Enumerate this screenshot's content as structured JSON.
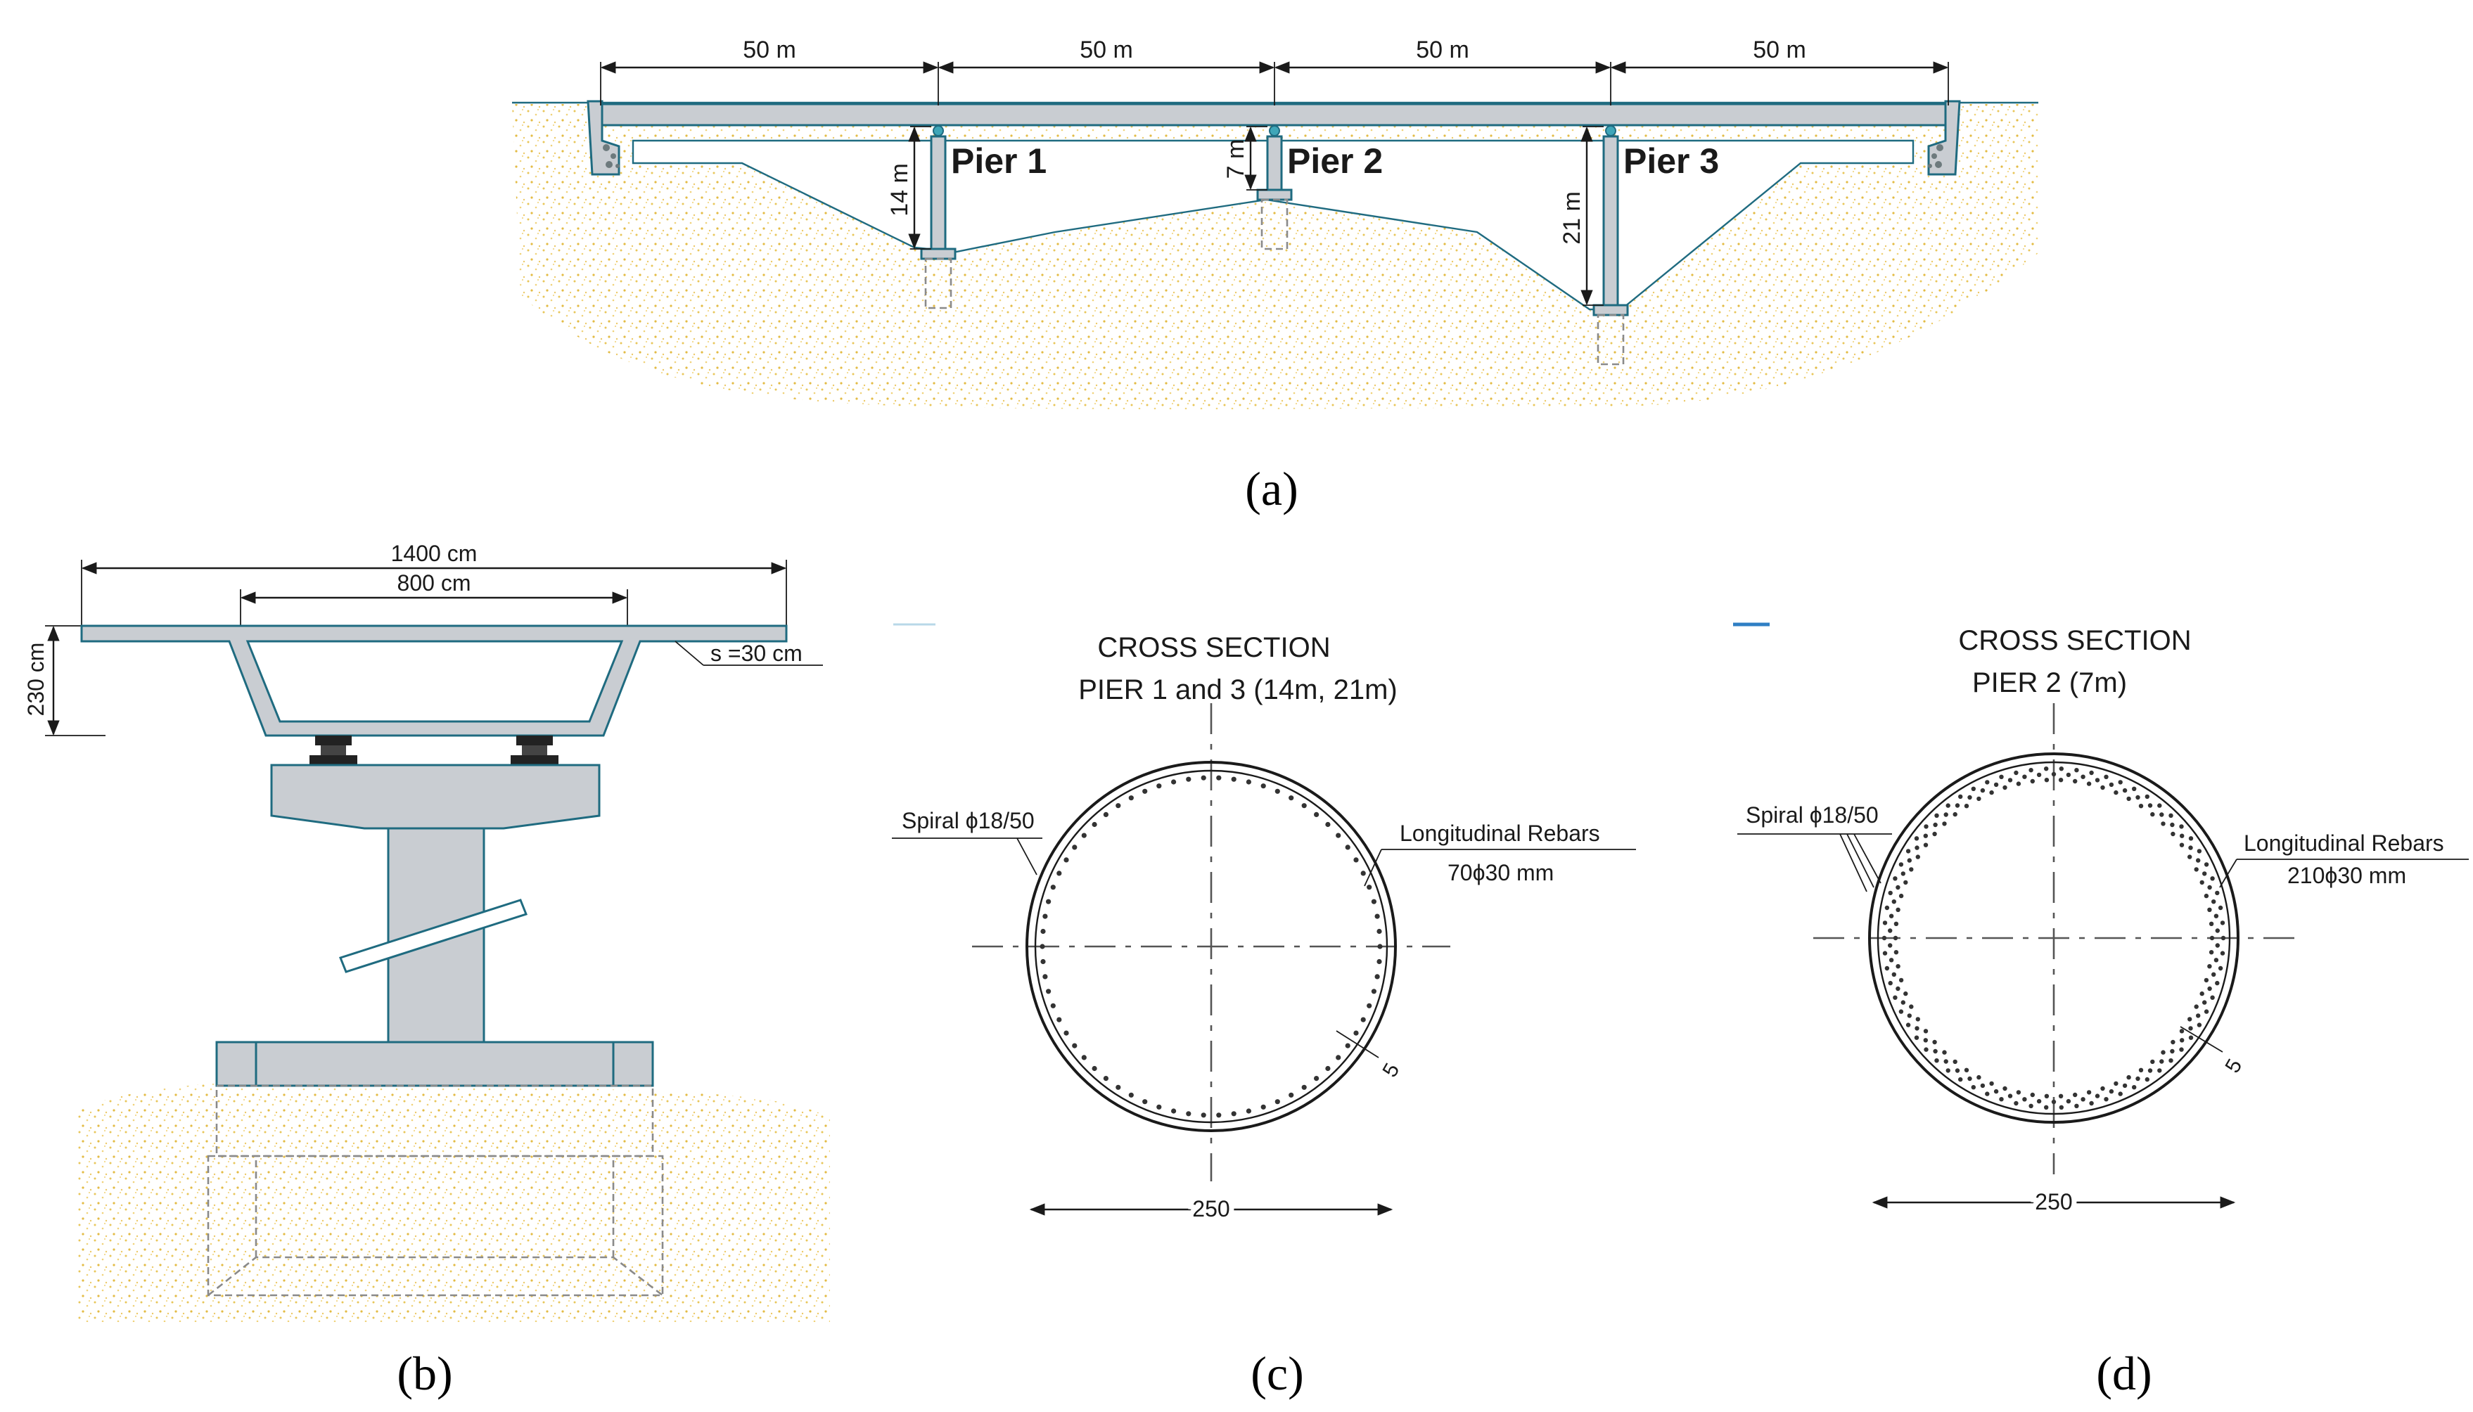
{
  "colors": {
    "soil": "#e8c65a",
    "concrete": "#c9cdd2",
    "outline": "#1f6b80",
    "ground_line": "#1f6b80"
  },
  "panel_a": {
    "caption": "(a)",
    "spans": [
      "50 m",
      "50 m",
      "50 m",
      "50 m"
    ],
    "piers": [
      {
        "label": "Pier 1",
        "height": "14 m"
      },
      {
        "label": "Pier 2",
        "height": "7 m"
      },
      {
        "label": "Pier 3",
        "height": "21 m"
      }
    ]
  },
  "panel_b": {
    "caption": "(b)",
    "deck_width": "1400 cm",
    "box_width": "800 cm",
    "depth": "230 cm",
    "slab_thickness": "s =30 cm"
  },
  "panel_c": {
    "caption": "(c)",
    "title_line1": "CROSS SECTION",
    "title_line2": "PIER 1 and 3 (14m, 21m)",
    "spiral": "Spiral ϕ18/50",
    "rebar_label": "Longitudinal Rebars",
    "rebar_value": "70ϕ30 mm",
    "cover": "5",
    "diameter": "250",
    "bar_count": 70
  },
  "panel_d": {
    "caption": "(d)",
    "title_line1": "CROSS SECTION",
    "title_line2": "PIER 2 (7m)",
    "spiral": "Spiral ϕ18/50",
    "rebar_label": "Longitudinal Rebars",
    "rebar_value": "210ϕ30 mm",
    "cover": "5",
    "diameter": "250",
    "bar_count": 210
  }
}
